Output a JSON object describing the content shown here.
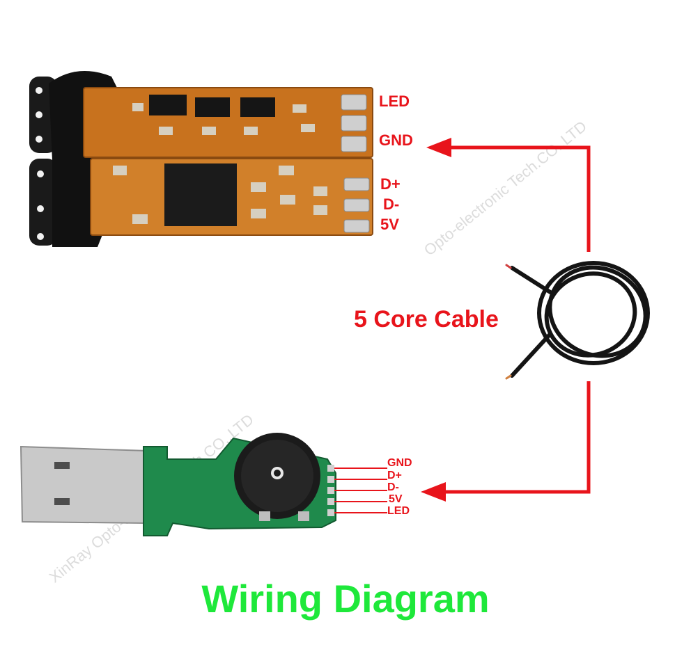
{
  "watermarks": {
    "top_right": "Opto-electronic Tech.CO.,LTD",
    "middle": "XinRay Opto-electronic Tech.CO.,LTD"
  },
  "camera_module_pins": [
    "LED",
    "GND",
    "D+",
    "D-",
    "5V"
  ],
  "cable_label": "5 Core Cable",
  "usb_board_pins": [
    "GND",
    "D+",
    "D-",
    "5V",
    "LED"
  ],
  "title": "Wiring Diagram",
  "colors": {
    "label_red": "#e8141b",
    "title_green": "#1ee83a",
    "pcb_orange": "#c8721e",
    "pcb_green": "#1f8a4c"
  },
  "icons": [
    "camera-module-pcb",
    "usb-connector-board",
    "coiled-cable",
    "arrow-left-icon"
  ]
}
